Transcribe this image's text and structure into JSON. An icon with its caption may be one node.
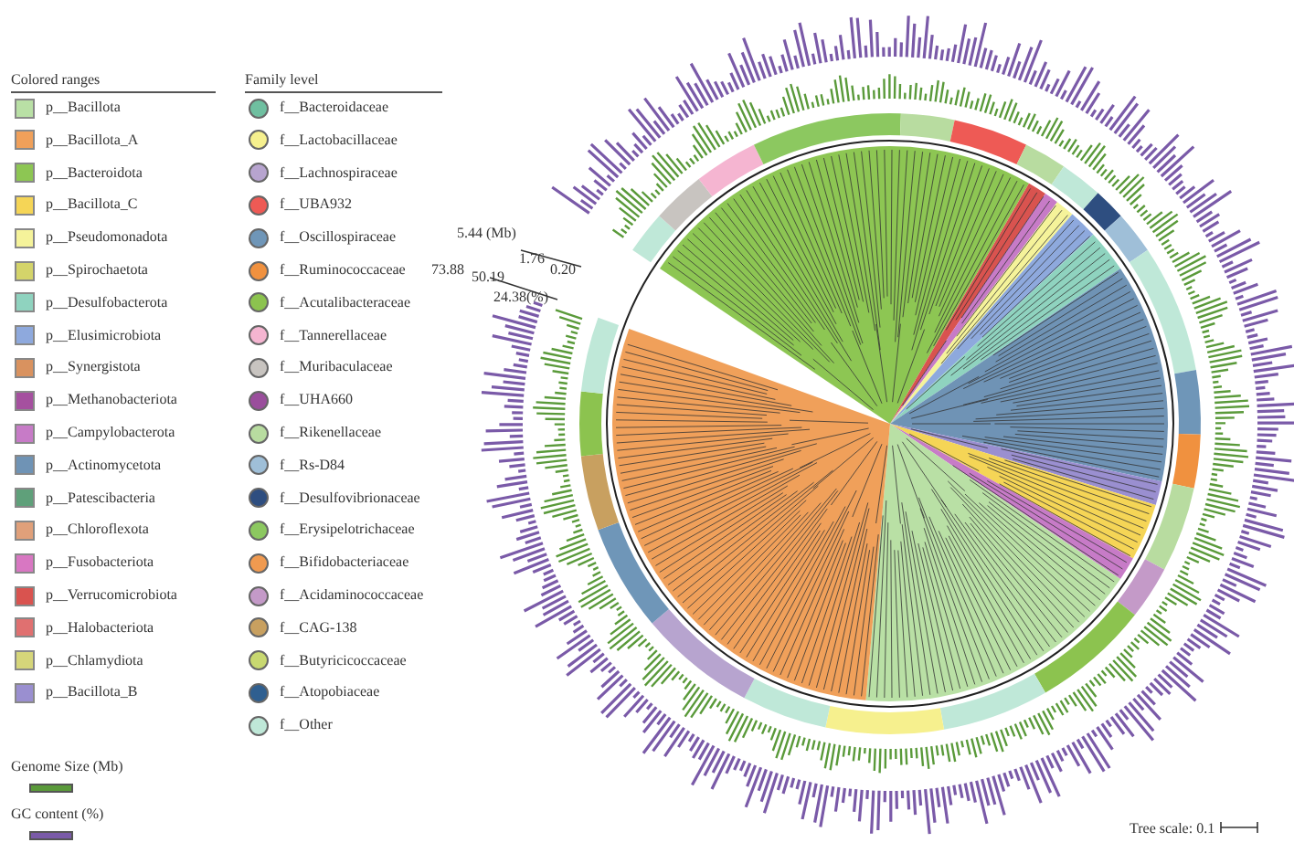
{
  "diagram": {
    "labels": [
      "Colored ranges",
      "Family level",
      "5.44 (Mb)",
      "1.76",
      "0.20",
      "73.88",
      "50.19",
      "24.38(%)",
      "Tree scale: 0.1"
    ],
    "legend": [
      {
        "text": "p__Bacillota",
        "color": "#b9e0a5"
      },
      {
        "text": "p__Bacillota_A",
        "color": "#f0a05a"
      },
      {
        "text": "p__Bacteroidota",
        "color": "#8dc653"
      },
      {
        "text": "p__Bacillota_C",
        "color": "#f5d556"
      },
      {
        "text": "p__Pseudomonadota",
        "color": "#f5f39a"
      },
      {
        "text": "p__Spirochaetota",
        "color": "#d4d46a"
      },
      {
        "text": "p__Desulfobacterota",
        "color": "#8fd3bf"
      },
      {
        "text": "p__Elusimicrobiota",
        "color": "#8ea9dd"
      },
      {
        "text": "p__Synergistota",
        "color": "#d9925f"
      },
      {
        "text": "p__Methanobacteriota",
        "color": "#a5509f"
      },
      {
        "text": "p__Campylobacterota",
        "color": "#c77bc7"
      },
      {
        "text": "p__Actinomycetota",
        "color": "#6f93b5"
      },
      {
        "text": "p__Patescibacteria",
        "color": "#5fa07a"
      },
      {
        "text": "p__Chloroflexota",
        "color": "#e0a07a"
      },
      {
        "text": "p__Fusobacteriota",
        "color": "#d877c2"
      },
      {
        "text": "p__Verrucomicrobiota",
        "color": "#d9534f"
      },
      {
        "text": "p__Halobacteriota",
        "color": "#e07070"
      },
      {
        "text": "p__Chlamydiota",
        "color": "#d6d67a"
      },
      {
        "text": "p__Bacillota_B",
        "color": "#9a8fd0"
      },
      {
        "text": "f__Bacteroidaceae",
        "color": "#6fbfa0"
      },
      {
        "text": "f__Lactobacillaceae",
        "color": "#f6f08e"
      },
      {
        "text": "f__Lachnospiraceae",
        "color": "#b7a4cf"
      },
      {
        "text": "f__UBA932",
        "color": "#ee5a55"
      },
      {
        "text": "f__Oscillospiraceae",
        "color": "#6f96b8"
      },
      {
        "text": "f__Ruminococcaceae",
        "color": "#f0913f"
      },
      {
        "text": "f__Acutalibacteraceae",
        "color": "#8cc34f"
      },
      {
        "text": "f__Tannerellaceae",
        "color": "#f5b5d1"
      },
      {
        "text": "f__Muribaculaceae",
        "color": "#c8c4c0"
      },
      {
        "text": "f__UHA660",
        "color": "#9a4e9c"
      },
      {
        "text": "f__Rikenellaceae",
        "color": "#b8dca0"
      },
      {
        "text": "f__Rs-D84",
        "color": "#9fbfd8"
      },
      {
        "text": "f__Desulfovibrionaceae",
        "color": "#2e4e80"
      },
      {
        "text": "f__Erysipelotrichaceae",
        "color": "#8cc860"
      },
      {
        "text": "f__Bifidobacteriaceae",
        "color": "#f09a50"
      },
      {
        "text": "f__Acidaminococcaceae",
        "color": "#c49ac8"
      },
      {
        "text": "f__CAG-138",
        "color": "#c8a060"
      },
      {
        "text": "f__Butyricicoccaceae",
        "color": "#c8d870"
      },
      {
        "text": "f__Atopobiaceae",
        "color": "#2f5f90"
      },
      {
        "text": "f__Other",
        "color": "#bfe8d8"
      },
      {
        "text": "Genome Size (Mb)",
        "color": "#5a9a3a"
      },
      {
        "text": "GC content (%)",
        "color": "#7a5aa8"
      }
    ]
  }
}
